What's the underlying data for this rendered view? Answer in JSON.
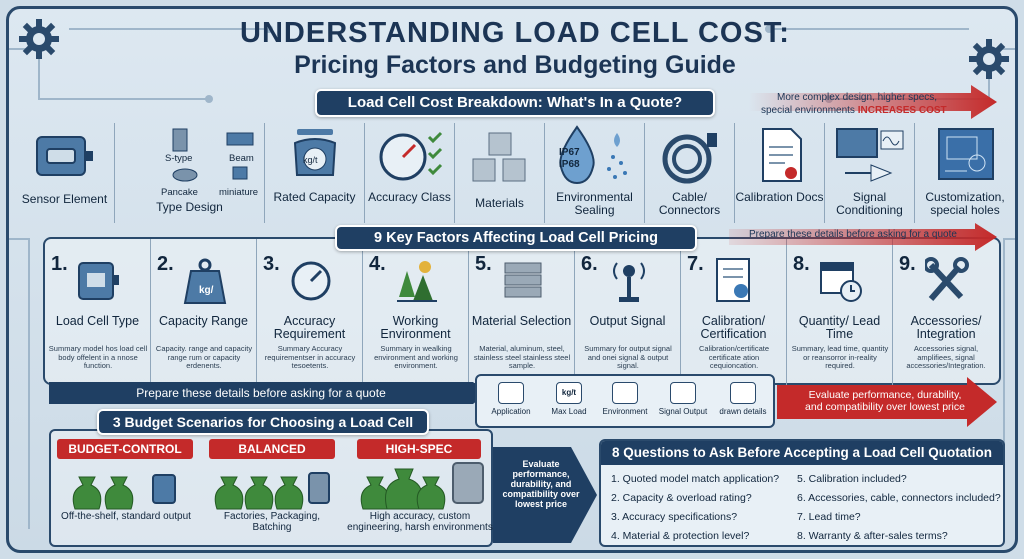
{
  "title": {
    "line1": "UNDERSTANDING LOAD CELL COST:",
    "line2": "Pricing Factors and Budgeting Guide"
  },
  "breakdown": {
    "banner": "Load Cell Cost Breakdown: What's In a Quote?",
    "note_line1": "More complex design, higher specs,",
    "note_line2": "special environments",
    "note_highlight": "INCREASES COST",
    "items": [
      {
        "label": "Sensor Element",
        "icon": "sensor-icon"
      },
      {
        "label": "Type Design",
        "icon": "type-design-icon",
        "subtypes": [
          "S-type",
          "Beam",
          "Pancake",
          "miniature"
        ]
      },
      {
        "label": "Rated Capacity",
        "icon": "scale-icon",
        "icon_text": "kg/t"
      },
      {
        "label": "Accuracy Class",
        "icon": "gauge-icon"
      },
      {
        "label": "Materials",
        "icon": "cubes-icon"
      },
      {
        "label": "Environmental Sealing",
        "icon": "drop-icon",
        "icon_text": [
          "IP67",
          "IP68"
        ]
      },
      {
        "label": "Cable/ Connectors",
        "icon": "cable-icon"
      },
      {
        "label": "Calibration Docs",
        "icon": "document-icon"
      },
      {
        "label": "Signal Conditioning",
        "icon": "circuit-icon"
      },
      {
        "label": "Customization, special holes",
        "icon": "blueprint-icon"
      }
    ]
  },
  "factors": {
    "banner": "9 Key Factors Affecting Load Cell Pricing",
    "prepare_note": "Prepare these details before asking for a quote",
    "items": [
      {
        "num": "1.",
        "title": "Load Cell Type",
        "desc": "Summary model hos load cell body offelent in a nnose function.",
        "icon": "load-cell-icon"
      },
      {
        "num": "2.",
        "title": "Capacity Range",
        "desc": "Capacity. range and capacity range rum or capacity erdenents.",
        "icon": "weight-icon",
        "icon_text": "kg/"
      },
      {
        "num": "3.",
        "title": "Accuracy Requirement",
        "desc": "Summary Accuracy requirementser in accuracy tesoetents.",
        "icon": "dial-icon"
      },
      {
        "num": "4.",
        "title": "Working Environment",
        "desc": "Summary in wealking environment and working environment.",
        "icon": "environment-icon"
      },
      {
        "num": "5.",
        "title": "Material Selection",
        "desc": "Material, aluminum, steel, stainless steel stainless steel sample.",
        "icon": "material-icon"
      },
      {
        "num": "6.",
        "title": "Output Signal",
        "desc": "Summary for output signal and onei signal & output signal.",
        "icon": "signal-icon"
      },
      {
        "num": "7.",
        "title": "Calibration/ Certification",
        "desc": "Calibration/certificate certificate ation cequioncation.",
        "icon": "certificate-icon"
      },
      {
        "num": "8.",
        "title": "Quantity/ Lead Time",
        "desc": "Summary, lead time, quantity or reansorror in-reality required.",
        "icon": "calendar-icon"
      },
      {
        "num": "9.",
        "title": "Accessories/ Integration",
        "desc": "Accessories signal, amplifiees, signal accessories/Integration.",
        "icon": "tools-icon"
      }
    ]
  },
  "prepare_bar": "Prepare these details before asking for a quote",
  "details": [
    {
      "label": "Application",
      "icon": "application-icon"
    },
    {
      "label": "Max Load",
      "icon": "max-load-icon",
      "icon_text": "kg/t"
    },
    {
      "label": "Environment",
      "icon": "environment-small-icon"
    },
    {
      "label": "Signal Output",
      "icon": "signal-output-icon"
    },
    {
      "label": "drawn details",
      "icon": "drawing-icon"
    }
  ],
  "evaluate": {
    "line1": "Evaluate performance, durability,",
    "line2": "and compatibility over lowest price"
  },
  "scenarios": {
    "banner": "3 Budget Scenarios for Choosing a Load Cell",
    "items": [
      {
        "tag": "BUDGET-CONTROL",
        "desc": "Off-the-shelf, standard output",
        "icon": "money-bags-icon"
      },
      {
        "tag": "BALANCED",
        "desc": "Factories, Packaging, Batching",
        "icon": "money-bags-icon"
      },
      {
        "tag": "HIGH-SPEC",
        "desc": "High accuracy, custom engineering, harsh environments",
        "icon": "money-bags-icon"
      }
    ],
    "arrow_text": "Evaluate performance, durability, and compatibility over lowest price"
  },
  "questions": {
    "title": "8 Questions to Ask Before Accepting a Load Cell Quotation",
    "items": [
      "1. Quoted model match application?",
      "2. Capacity & overload rating?",
      "3. Accuracy specifications?",
      "4. Material & protection level?",
      "5. Calibration included?",
      "6. Accessories, cable, connectors included?",
      "7. Lead time?",
      "8. Warranty & after-sales terms?"
    ]
  },
  "colors": {
    "navy": "#1f3f63",
    "red": "#c42a2a",
    "money_green": "#3f8a3c",
    "accent_blue": "#3a78b5"
  }
}
